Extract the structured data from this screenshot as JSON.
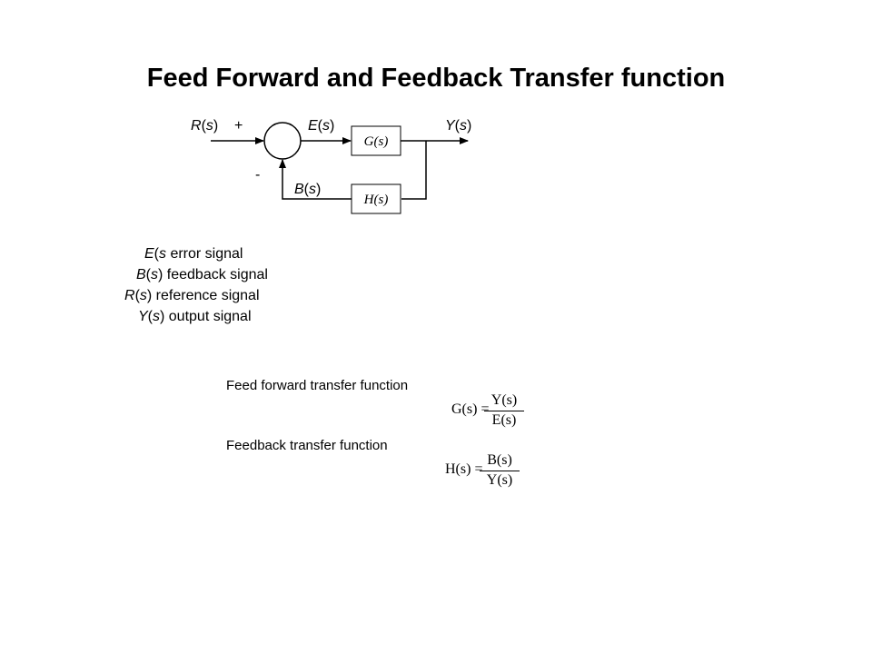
{
  "title": "Feed Forward and Feedback Transfer function",
  "diagram": {
    "input": {
      "name": "R",
      "arg": "s"
    },
    "plus_sign": "+",
    "minus_sign": "-",
    "error": {
      "name": "E",
      "arg": "s"
    },
    "output": {
      "name": "Y",
      "arg": "s"
    },
    "feedback": {
      "name": "B",
      "arg": "s"
    },
    "forward_block": "G(s)",
    "feedback_block": "H(s)"
  },
  "legend": [
    {
      "symbol": "E",
      "paren_open": "(",
      "arg": "s",
      "paren_close": "",
      "desc": " error signal"
    },
    {
      "symbol": "B",
      "paren_open": "(",
      "arg": "s",
      "paren_close": ")",
      "desc": " feedback signal"
    },
    {
      "symbol": "R",
      "paren_open": "(",
      "arg": "s",
      "paren_close": ")",
      "desc": " reference signal"
    },
    {
      "symbol": "Y",
      "paren_open": "(",
      "arg": "s",
      "paren_close": ")",
      "desc": " output signal"
    }
  ],
  "feed_forward": {
    "caption": "Feed forward transfer function",
    "lhs": "G(s) =",
    "numerator": "Y(s)",
    "denominator": "E(s)"
  },
  "feedback_tf": {
    "caption": "Feedback transfer function",
    "lhs": "H(s) =",
    "numerator": "B(s)",
    "denominator": "Y(s)"
  }
}
